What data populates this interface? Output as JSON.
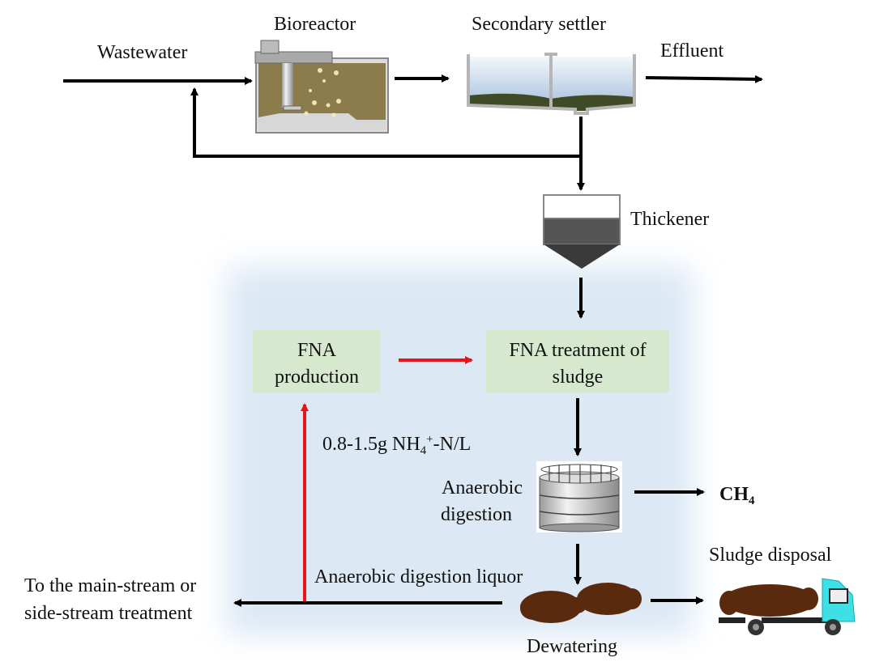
{
  "labels": {
    "wastewater": "Wastewater",
    "bioreactor": "Bioreactor",
    "secondary_settler": "Secondary settler",
    "effluent": "Effluent",
    "thickener": "Thickener",
    "fna_production_1": "FNA",
    "fna_production_2": "production",
    "fna_treatment_1": "FNA treatment of",
    "fna_treatment_2": "sludge",
    "ammonium_prefix": "0.8-1.5g NH",
    "ammonium_sub": "4",
    "ammonium_sup": "+",
    "ammonium_suffix": "-N/L",
    "anaerobic_1": "Anaerobic",
    "anaerobic_2": "digestion",
    "ch4_main": "CH",
    "ch4_sub": "4",
    "sludge_disposal": "Sludge disposal",
    "liquor": "Anaerobic digestion liquor",
    "mainstream_1": "To the main-stream or",
    "mainstream_2": "side-stream treatment",
    "dewatering": "Dewatering"
  },
  "colors": {
    "flow_arrow": "#000000",
    "fna_arrow": "#e8141b",
    "fna_box": "#d6e8cd",
    "treatment_zone": "#dce8f4",
    "sludge": "#5a2a0f",
    "truck_cab": "#3ee0e6"
  }
}
